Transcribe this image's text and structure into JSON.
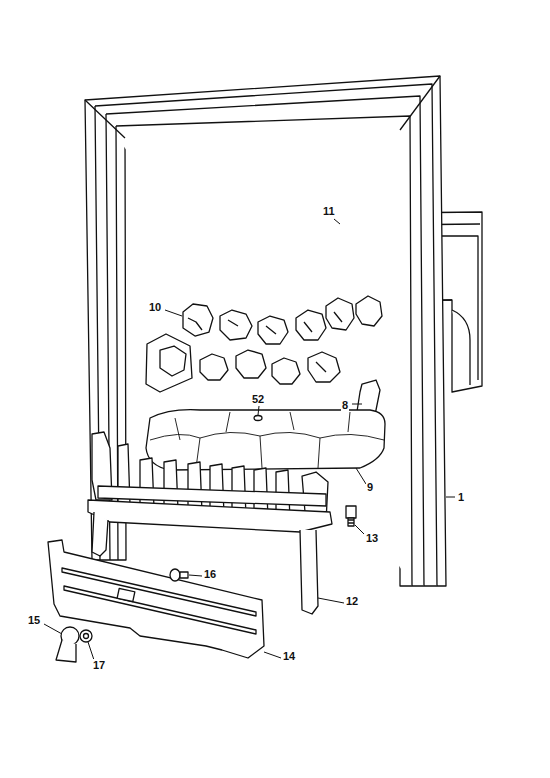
{
  "diagram": {
    "labels": [
      "11",
      "10",
      "8",
      "52",
      "9",
      "1",
      "13",
      "16",
      "12",
      "15",
      "17",
      "14"
    ]
  }
}
